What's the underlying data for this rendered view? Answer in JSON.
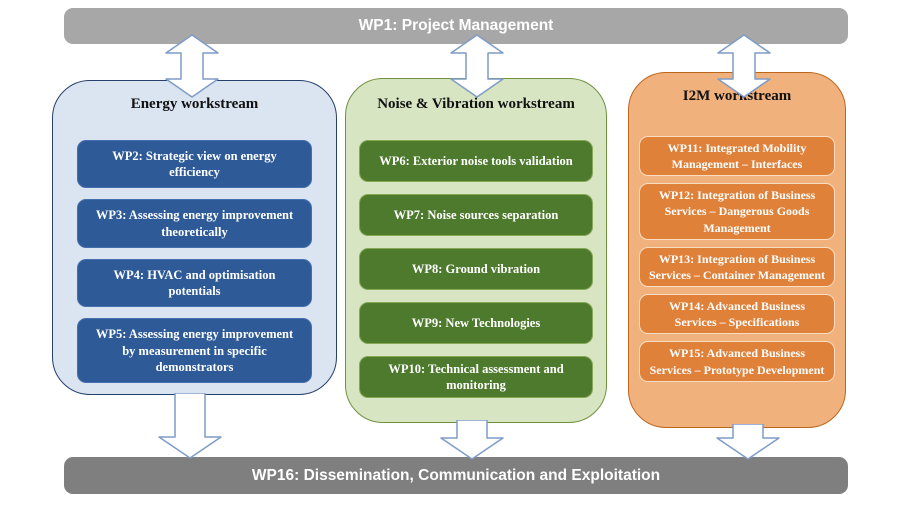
{
  "top_bar": {
    "label": "WP1: Project Management"
  },
  "bottom_bar": {
    "label": "WP16: Dissemination, Communication and Exploitation"
  },
  "columns": [
    {
      "id": "energy",
      "title": "Energy workstream",
      "colors": {
        "bg": "#dbe4f1",
        "border": "#24406b",
        "box_bg": "#2e5b97"
      },
      "items": [
        {
          "label": "WP2: Strategic view on energy efficiency"
        },
        {
          "label": "WP3: Assessing energy improvement theoretically"
        },
        {
          "label": "WP4: HVAC and optimisation potentials"
        },
        {
          "label": "WP5: Assessing energy improvement by measurement in specific demonstrators"
        }
      ]
    },
    {
      "id": "noise-vibration",
      "title": "Noise & Vibration workstream",
      "colors": {
        "bg": "#d7e5c3",
        "border": "#6f9140",
        "box_bg": "#4e7a2d"
      },
      "items": [
        {
          "label": "WP6:  Exterior noise tools validation"
        },
        {
          "label": "WP7: Noise sources separation"
        },
        {
          "label": "WP8: Ground vibration"
        },
        {
          "label": "WP9: New Technologies"
        },
        {
          "label": "WP10: Technical assessment and monitoring"
        }
      ]
    },
    {
      "id": "i2m",
      "title": "I2M workstream",
      "colors": {
        "bg": "#f1b17d",
        "border": "#bc661c",
        "box_bg": "#e0813a"
      },
      "items": [
        {
          "label": "WP11:  Integrated Mobility Management – Interfaces"
        },
        {
          "label": "WP12: Integration of Business Services – Dangerous Goods Management"
        },
        {
          "label": "WP13: Integration of Business Services – Container Management"
        },
        {
          "label": "WP14: Advanced Business Services – Specifications"
        },
        {
          "label": "WP15: Advanced Business Services – Prototype Development"
        }
      ]
    }
  ],
  "bar_colors": {
    "top": "#a7a7a7",
    "bottom": "#7f7f7f"
  },
  "arrow_style": {
    "fill": "#ffffff",
    "stroke": "#7e9cc5"
  }
}
